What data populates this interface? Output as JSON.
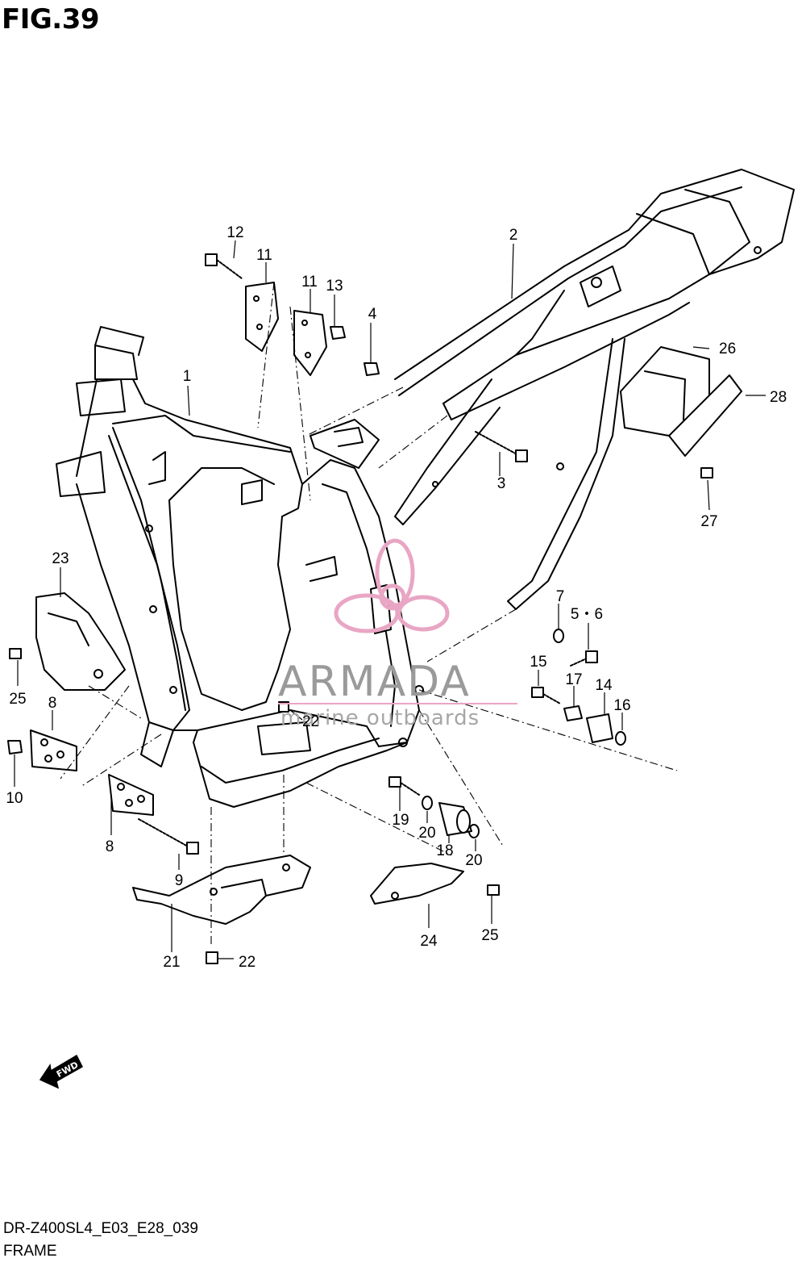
{
  "figure": {
    "title": "FIG.39"
  },
  "footer": {
    "code": "DR-Z400SL4_E03_E28_039",
    "name": "FRAME"
  },
  "watermark": {
    "brand": "ARMADA",
    "tagline": "marine outboards",
    "logo_color": "#e9a6c4"
  },
  "fwd_label": "FWD",
  "callouts": [
    {
      "id": "c1",
      "text": "1"
    },
    {
      "id": "c2",
      "text": "2"
    },
    {
      "id": "c3",
      "text": "3"
    },
    {
      "id": "c4",
      "text": "4"
    },
    {
      "id": "c56",
      "text": "5・6"
    },
    {
      "id": "c7",
      "text": "7"
    },
    {
      "id": "c8a",
      "text": "8"
    },
    {
      "id": "c8b",
      "text": "8"
    },
    {
      "id": "c9",
      "text": "9"
    },
    {
      "id": "c10",
      "text": "10"
    },
    {
      "id": "c11a",
      "text": "11"
    },
    {
      "id": "c11b",
      "text": "11"
    },
    {
      "id": "c12",
      "text": "12"
    },
    {
      "id": "c13",
      "text": "13"
    },
    {
      "id": "c14",
      "text": "14"
    },
    {
      "id": "c15",
      "text": "15"
    },
    {
      "id": "c16",
      "text": "16"
    },
    {
      "id": "c17",
      "text": "17"
    },
    {
      "id": "c18",
      "text": "18"
    },
    {
      "id": "c19",
      "text": "19"
    },
    {
      "id": "c20a",
      "text": "20"
    },
    {
      "id": "c20b",
      "text": "20"
    },
    {
      "id": "c21",
      "text": "21"
    },
    {
      "id": "c22a",
      "text": "22"
    },
    {
      "id": "c22b",
      "text": "22"
    },
    {
      "id": "c23",
      "text": "23"
    },
    {
      "id": "c24",
      "text": "24"
    },
    {
      "id": "c25a",
      "text": "25"
    },
    {
      "id": "c25b",
      "text": "25"
    },
    {
      "id": "c26",
      "text": "26"
    },
    {
      "id": "c27",
      "text": "27"
    },
    {
      "id": "c28",
      "text": "28"
    }
  ]
}
